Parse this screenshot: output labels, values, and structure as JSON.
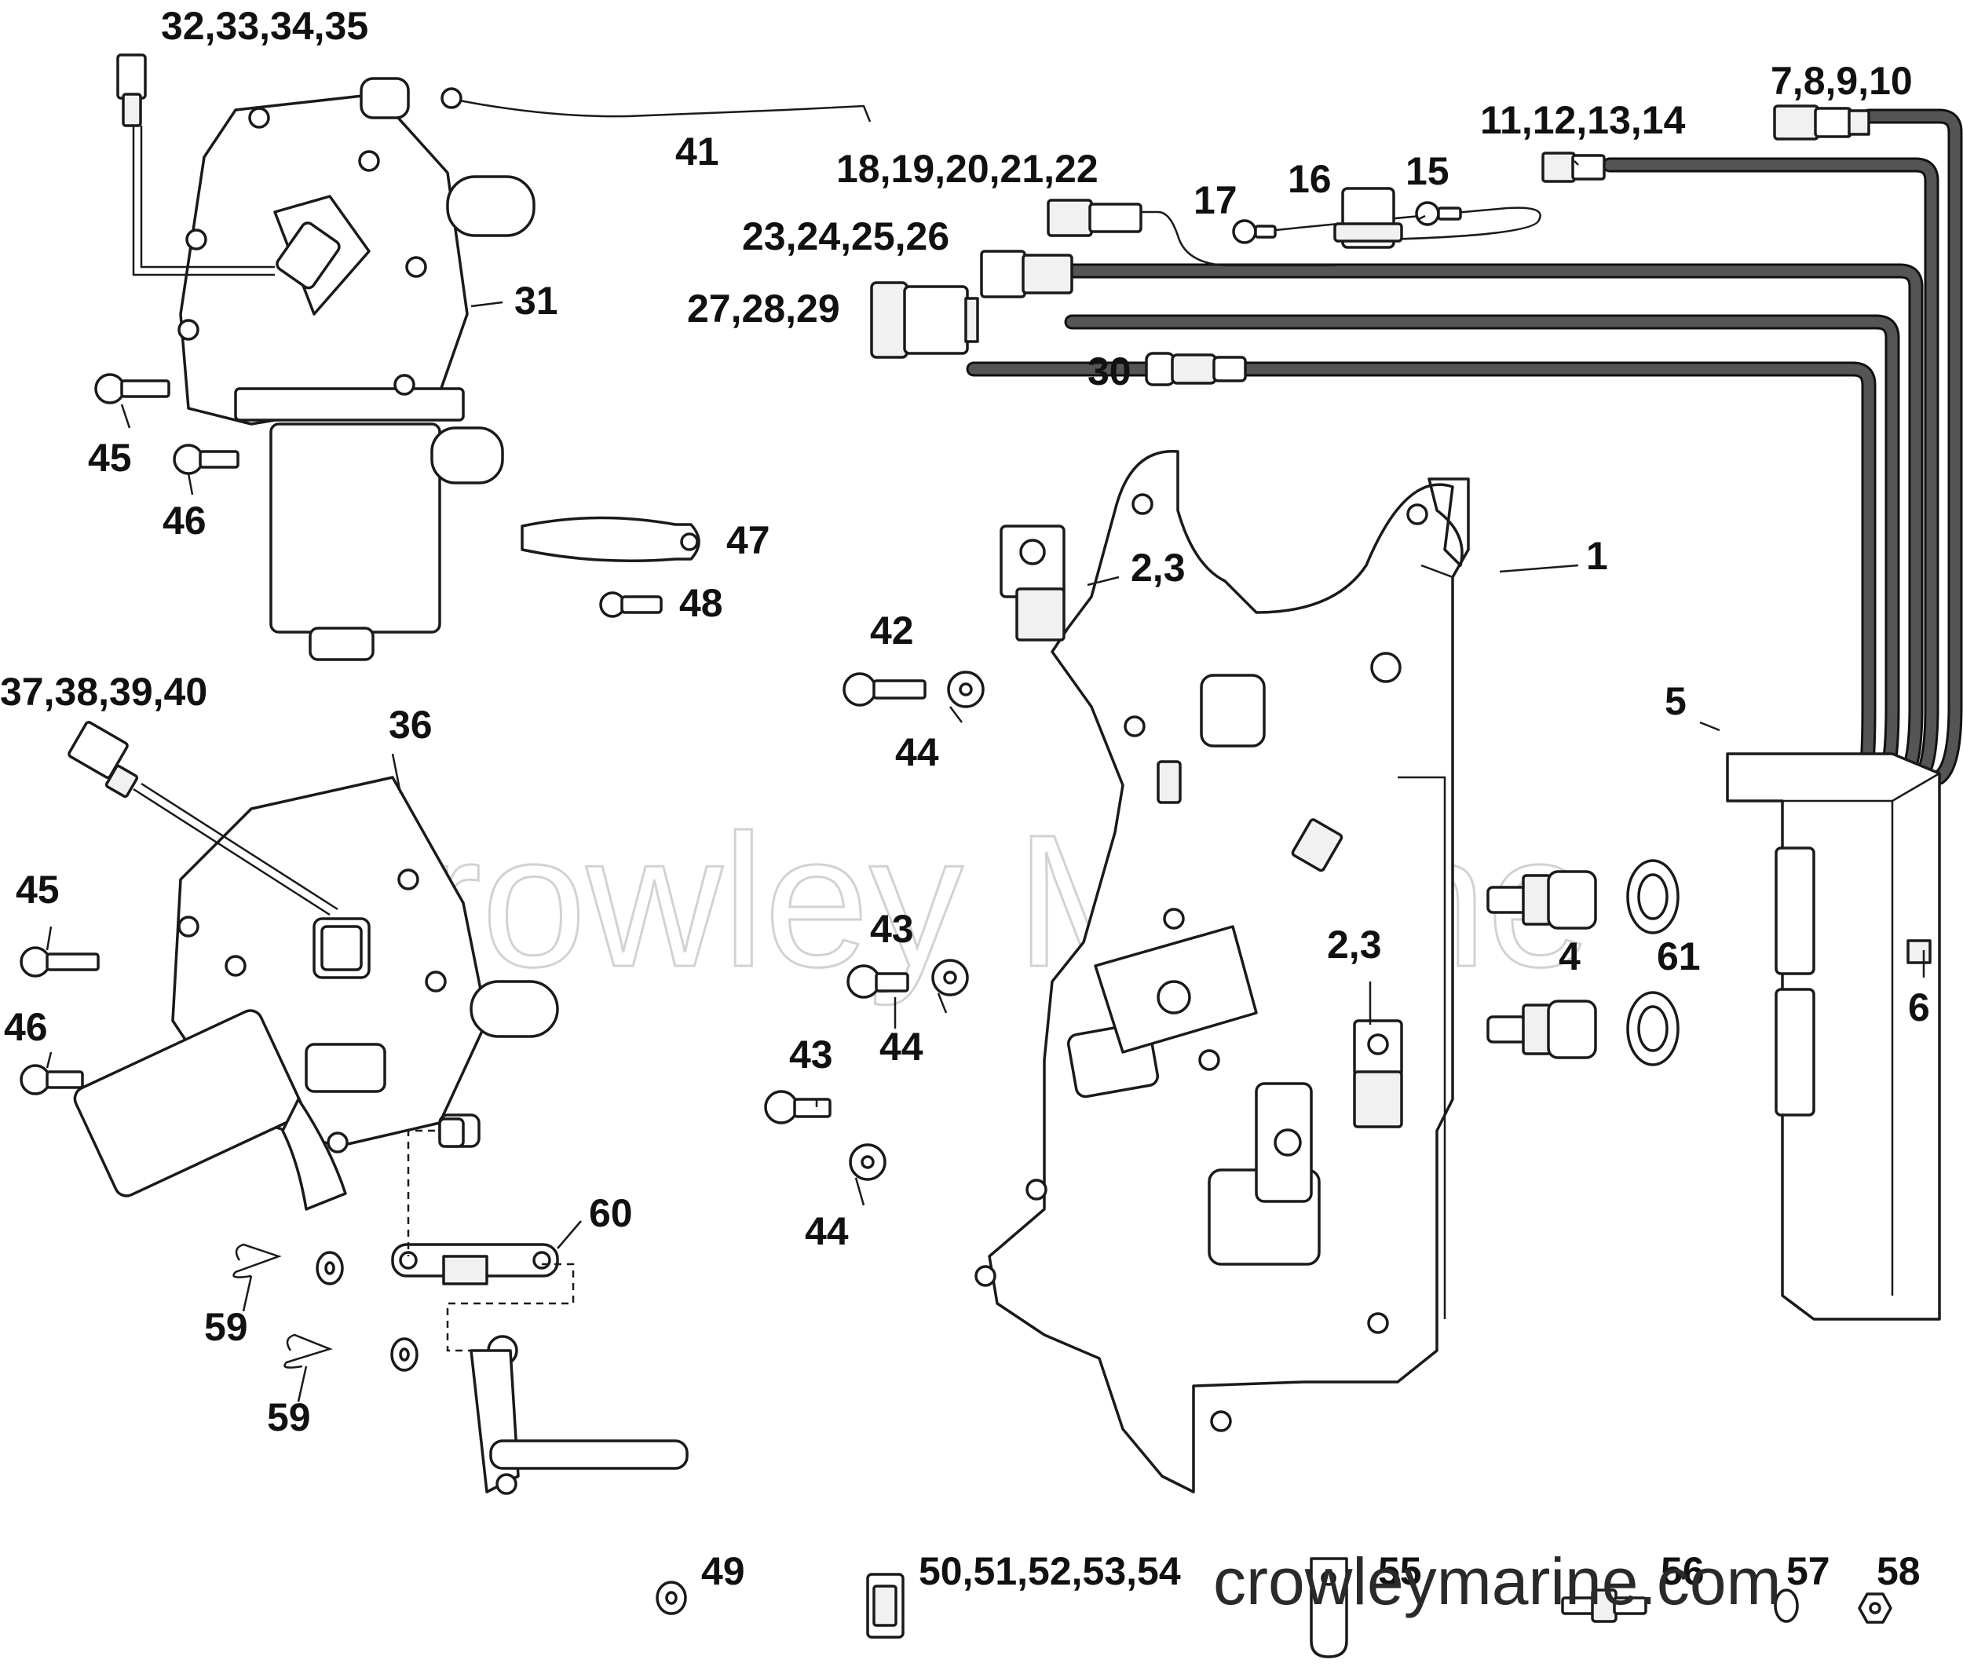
{
  "watermarks": {
    "center": "Crowley Marine",
    "bottom": "crowleymarine.com"
  },
  "callouts": {
    "c1": "1",
    "c2_3_a": "2,3",
    "c2_3_b": "2,3",
    "c4": "4",
    "c5": "5",
    "c6": "6",
    "c7_10": "7,8,9,10",
    "c11_14": "11,12,13,14",
    "c15": "15",
    "c16": "16",
    "c17": "17",
    "c18_22": "18,19,20,21,22",
    "c23_26": "23,24,25,26",
    "c27_29": "27,28,29",
    "c30": "30",
    "c31": "31",
    "c32_35": "32,33,34,35",
    "c36": "36",
    "c37_40": "37,38,39,40",
    "c41": "41",
    "c42": "42",
    "c43_a": "43",
    "c43_b": "43",
    "c44_a": "44",
    "c44_b": "44",
    "c44_c": "44",
    "c45_a": "45",
    "c45_b": "45",
    "c46_a": "46",
    "c46_b": "46",
    "c47": "47",
    "c48": "48",
    "c49": "49",
    "c50_54": "50,51,52,53,54",
    "c55": "55",
    "c56": "56",
    "c57": "57",
    "c58": "58",
    "c59_a": "59",
    "c59_b": "59",
    "c60": "60",
    "c61": "61"
  }
}
